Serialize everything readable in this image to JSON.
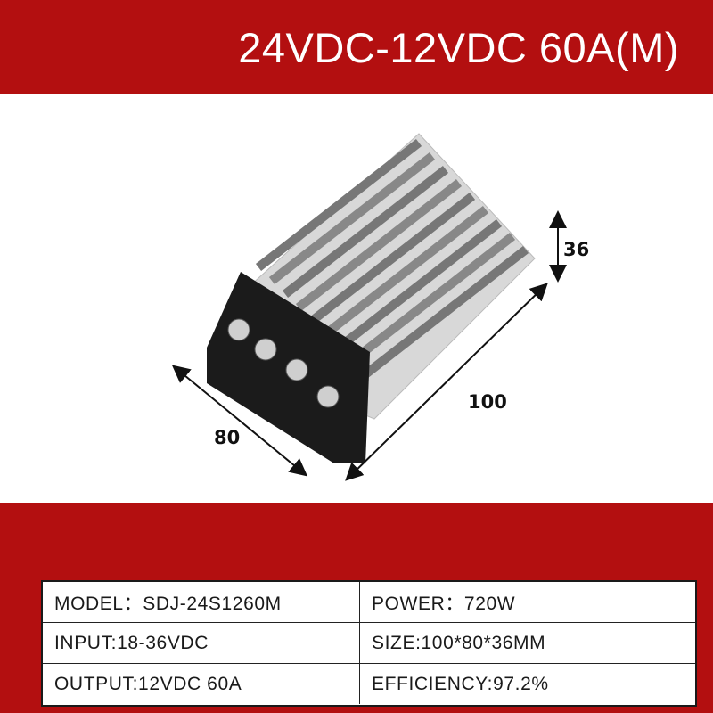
{
  "header": {
    "title": "24VDC-12VDC 60A(M)"
  },
  "product": {
    "dimensions": {
      "length": "100",
      "width": "80",
      "height": "36"
    },
    "colors": {
      "band": "#b30f10",
      "terminal": "#1b1b1b",
      "heatsink": "#8a8a8a"
    }
  },
  "specs": {
    "rows": [
      {
        "left": "MODEL：SDJ-24S1260M",
        "right": "POWER：720W"
      },
      {
        "left": "INPUT:18-36VDC",
        "right": "SIZE:100*80*36MM"
      },
      {
        "left": "OUTPUT:12VDC 60A",
        "right": "EFFICIENCY:97.2%"
      }
    ]
  }
}
